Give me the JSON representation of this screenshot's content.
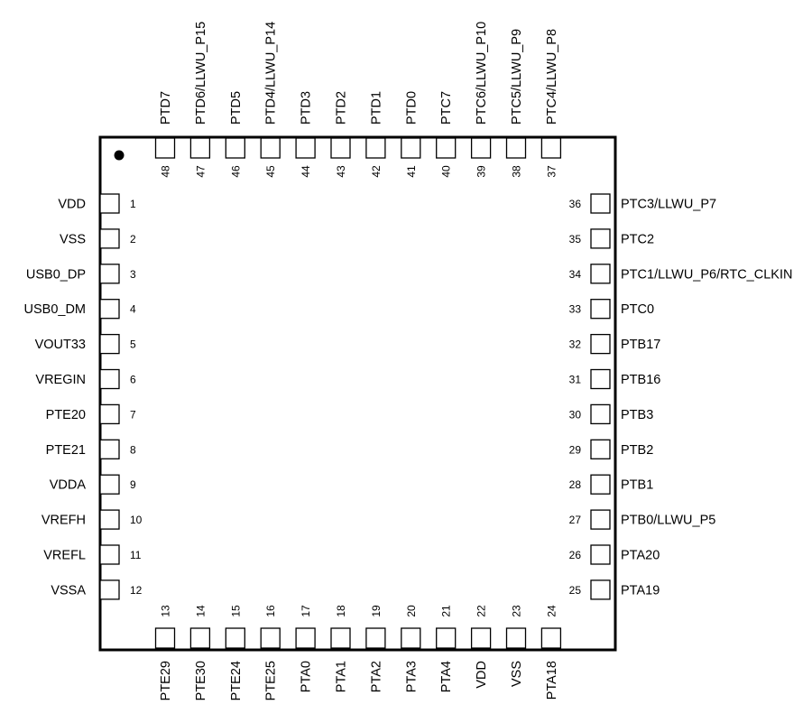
{
  "package": {
    "left_pins": [
      {
        "number": "1",
        "name": "VDD"
      },
      {
        "number": "2",
        "name": "VSS"
      },
      {
        "number": "3",
        "name": "USB0_DP"
      },
      {
        "number": "4",
        "name": "USB0_DM"
      },
      {
        "number": "5",
        "name": "VOUT33"
      },
      {
        "number": "6",
        "name": "VREGIN"
      },
      {
        "number": "7",
        "name": "PTE20"
      },
      {
        "number": "8",
        "name": "PTE21"
      },
      {
        "number": "9",
        "name": "VDDA"
      },
      {
        "number": "10",
        "name": "VREFH"
      },
      {
        "number": "11",
        "name": "VREFL"
      },
      {
        "number": "12",
        "name": "VSSA"
      }
    ],
    "bottom_pins": [
      {
        "number": "13",
        "name": "PTE29"
      },
      {
        "number": "14",
        "name": "PTE30"
      },
      {
        "number": "15",
        "name": "PTE24"
      },
      {
        "number": "16",
        "name": "PTE25"
      },
      {
        "number": "17",
        "name": "PTA0"
      },
      {
        "number": "18",
        "name": "PTA1"
      },
      {
        "number": "19",
        "name": "PTA2"
      },
      {
        "number": "20",
        "name": "PTA3"
      },
      {
        "number": "21",
        "name": "PTA4"
      },
      {
        "number": "22",
        "name": "VDD"
      },
      {
        "number": "23",
        "name": "VSS"
      },
      {
        "number": "24",
        "name": "PTA18"
      }
    ],
    "right_pins": [
      {
        "number": "25",
        "name": "PTA19"
      },
      {
        "number": "26",
        "name": "PTA20"
      },
      {
        "number": "27",
        "name": "PTB0/LLWU_P5"
      },
      {
        "number": "28",
        "name": "PTB1"
      },
      {
        "number": "29",
        "name": "PTB2"
      },
      {
        "number": "30",
        "name": "PTB3"
      },
      {
        "number": "31",
        "name": "PTB16"
      },
      {
        "number": "32",
        "name": "PTB17"
      },
      {
        "number": "33",
        "name": "PTC0"
      },
      {
        "number": "34",
        "name": "PTC1/LLWU_P6/RTC_CLKIN"
      },
      {
        "number": "35",
        "name": "PTC2"
      },
      {
        "number": "36",
        "name": "PTC3/LLWU_P7"
      }
    ],
    "top_pins": [
      {
        "number": "37",
        "name": "PTC4/LLWU_P8"
      },
      {
        "number": "38",
        "name": "PTC5/LLWU_P9"
      },
      {
        "number": "39",
        "name": "PTC6/LLWU_P10"
      },
      {
        "number": "40",
        "name": "PTC7"
      },
      {
        "number": "41",
        "name": "PTD0"
      },
      {
        "number": "42",
        "name": "PTD1"
      },
      {
        "number": "43",
        "name": "PTD2"
      },
      {
        "number": "44",
        "name": "PTD3"
      },
      {
        "number": "45",
        "name": "PTD4/LLWU_P14"
      },
      {
        "number": "46",
        "name": "PTD5"
      },
      {
        "number": "47",
        "name": "PTD6/LLWU_P15"
      },
      {
        "number": "48",
        "name": "PTD7"
      }
    ]
  }
}
